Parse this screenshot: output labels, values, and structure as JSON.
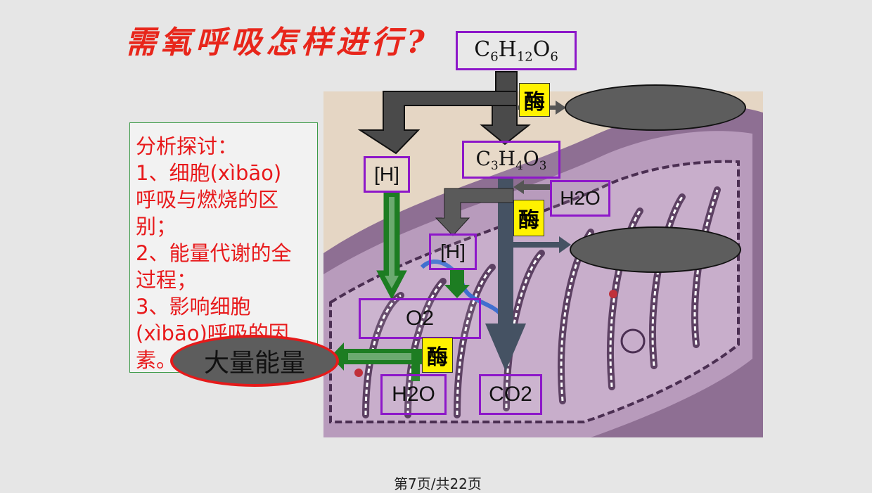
{
  "title": "需氧呼吸怎样进行?",
  "analysis": {
    "heading": "分析探讨：",
    "lines": [
      "1、细胞(xìbāo)",
      "呼吸与燃烧的区",
      "别；",
      "2、能量代谢的全",
      "过程；",
      "3、影响细胞",
      "(xìbāo)呼吸的因",
      "素。"
    ]
  },
  "labels": {
    "glucose": {
      "main": [
        "C",
        "6",
        "H",
        "12",
        "O",
        "6"
      ]
    },
    "pyruvate": {
      "main": [
        "C",
        "3",
        "H",
        "4",
        "O",
        "3"
      ]
    },
    "h_top": "[H]",
    "h_mid": "[H]",
    "h2o_in": "H2O",
    "o2": "O2",
    "h2o_out": "H2O",
    "co2": "CO2",
    "enzyme": "酶",
    "energy": "大量能量"
  },
  "colors": {
    "title": "#e8261b",
    "box_border": "#8d17c9",
    "enzyme_bg": "#fff200",
    "green_arrow": "#1d7d22",
    "gray_arrow": "#4a4a4a",
    "oval": "#5d5d5d",
    "energy_border": "#e51a1a"
  },
  "footer": "第7页/共22页"
}
